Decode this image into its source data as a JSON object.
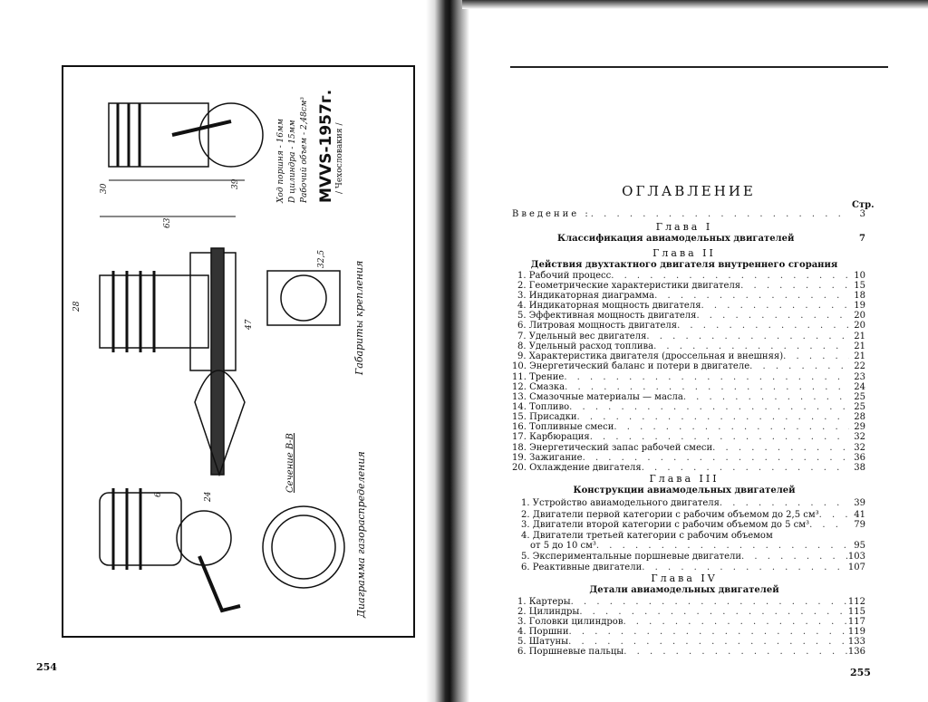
{
  "left_page": {
    "page_number": "254",
    "figure": {
      "title": "MVVS-1957г.",
      "subtitle": "/ Чехословакия /",
      "specs": [
        "Ход поршня - 16мм",
        "D цилиндра - 15мм",
        "Рабочий объем - 2,48см³"
      ],
      "labels": {
        "section": "Сечение В-В",
        "mount": "Габариты крепления",
        "timing": "Диаграмма газораспределения"
      },
      "dimensions": [
        "30",
        "39",
        "63",
        "28",
        "47",
        "32,5",
        "24",
        "6"
      ]
    }
  },
  "right_page": {
    "page_number": "255",
    "title": "ОГЛАВЛЕНИЕ",
    "page_col_label": "Стр.",
    "intro": {
      "label": "Введение :",
      "page": "3"
    },
    "chapters": [
      {
        "label": "Глава I",
        "title": "Классификация авиамодельных двигателей",
        "title_page": "7",
        "items": []
      },
      {
        "label": "Глава II",
        "title": "Действия двухтактного двигателя внутреннего сгорания",
        "items": [
          {
            "label": "1. Рабочий процесс",
            "page": "10"
          },
          {
            "label": "2. Геометрические характеристики двигателя",
            "page": "15"
          },
          {
            "label": "3. Индикаторная диаграмма",
            "page": "18"
          },
          {
            "label": "4. Индикаторная мощность двигателя",
            "page": "19"
          },
          {
            "label": "5. Эффективная мощность двигателя",
            "page": "20"
          },
          {
            "label": "6. Литровая мощность двигателя",
            "page": "20"
          },
          {
            "label": "7. Удельный вес двигателя",
            "page": "21"
          },
          {
            "label": "8. Удельный расход топлива",
            "page": "21"
          },
          {
            "label": "9. Характеристика двигателя (дроссельная и внешняя)",
            "page": "21"
          },
          {
            "label": "10. Энергетический баланс и потери в двигателе",
            "page": "22"
          },
          {
            "label": "11. Трение",
            "page": "23"
          },
          {
            "label": "12. Смазка",
            "page": "24"
          },
          {
            "label": "13. Смазочные материалы — масла",
            "page": "25"
          },
          {
            "label": "14. Топливо",
            "page": "25"
          },
          {
            "label": "15. Присадки",
            "page": "28"
          },
          {
            "label": "16. Топливные смеси",
            "page": "29"
          },
          {
            "label": "17. Карбюрация",
            "page": "32"
          },
          {
            "label": "18. Энергетический запас рабочей смеси",
            "page": "32"
          },
          {
            "label": "19. Зажигание",
            "page": "36"
          },
          {
            "label": "20. Охлаждение двигателя",
            "page": "38"
          }
        ]
      },
      {
        "label": "Глава III",
        "title": "Конструкции авиамодельных двигателей",
        "items": [
          {
            "label": "1. Устройство авиамодельного двигателя",
            "page": "39"
          },
          {
            "label": "2. Двигатели первой категории с рабочим объемом до 2,5 см³",
            "page": "41"
          },
          {
            "label": "3. Двигатели второй категории с рабочим объемом до 5 см³",
            "page": "79"
          },
          {
            "label": "4. Двигатели третьей категории с рабочим объемом",
            "label2": "от 5 до 10 см³",
            "page": "95"
          },
          {
            "label": "5. Экспериментальные поршневые двигатели",
            "page": "103"
          },
          {
            "label": "6. Реактивные двигатели",
            "page": "107"
          }
        ]
      },
      {
        "label": "Глава IV",
        "title": "Детали авиамодельных двигателей",
        "items": [
          {
            "label": "1. Картеры",
            "page": "112"
          },
          {
            "label": "2. Цилиндры",
            "page": "115"
          },
          {
            "label": "3. Головки цилиндров",
            "page": "117"
          },
          {
            "label": "4. Поршни",
            "page": "119"
          },
          {
            "label": "5. Шатуны",
            "page": "133"
          },
          {
            "label": "6. Поршневые пальцы",
            "page": "136"
          }
        ]
      }
    ]
  }
}
